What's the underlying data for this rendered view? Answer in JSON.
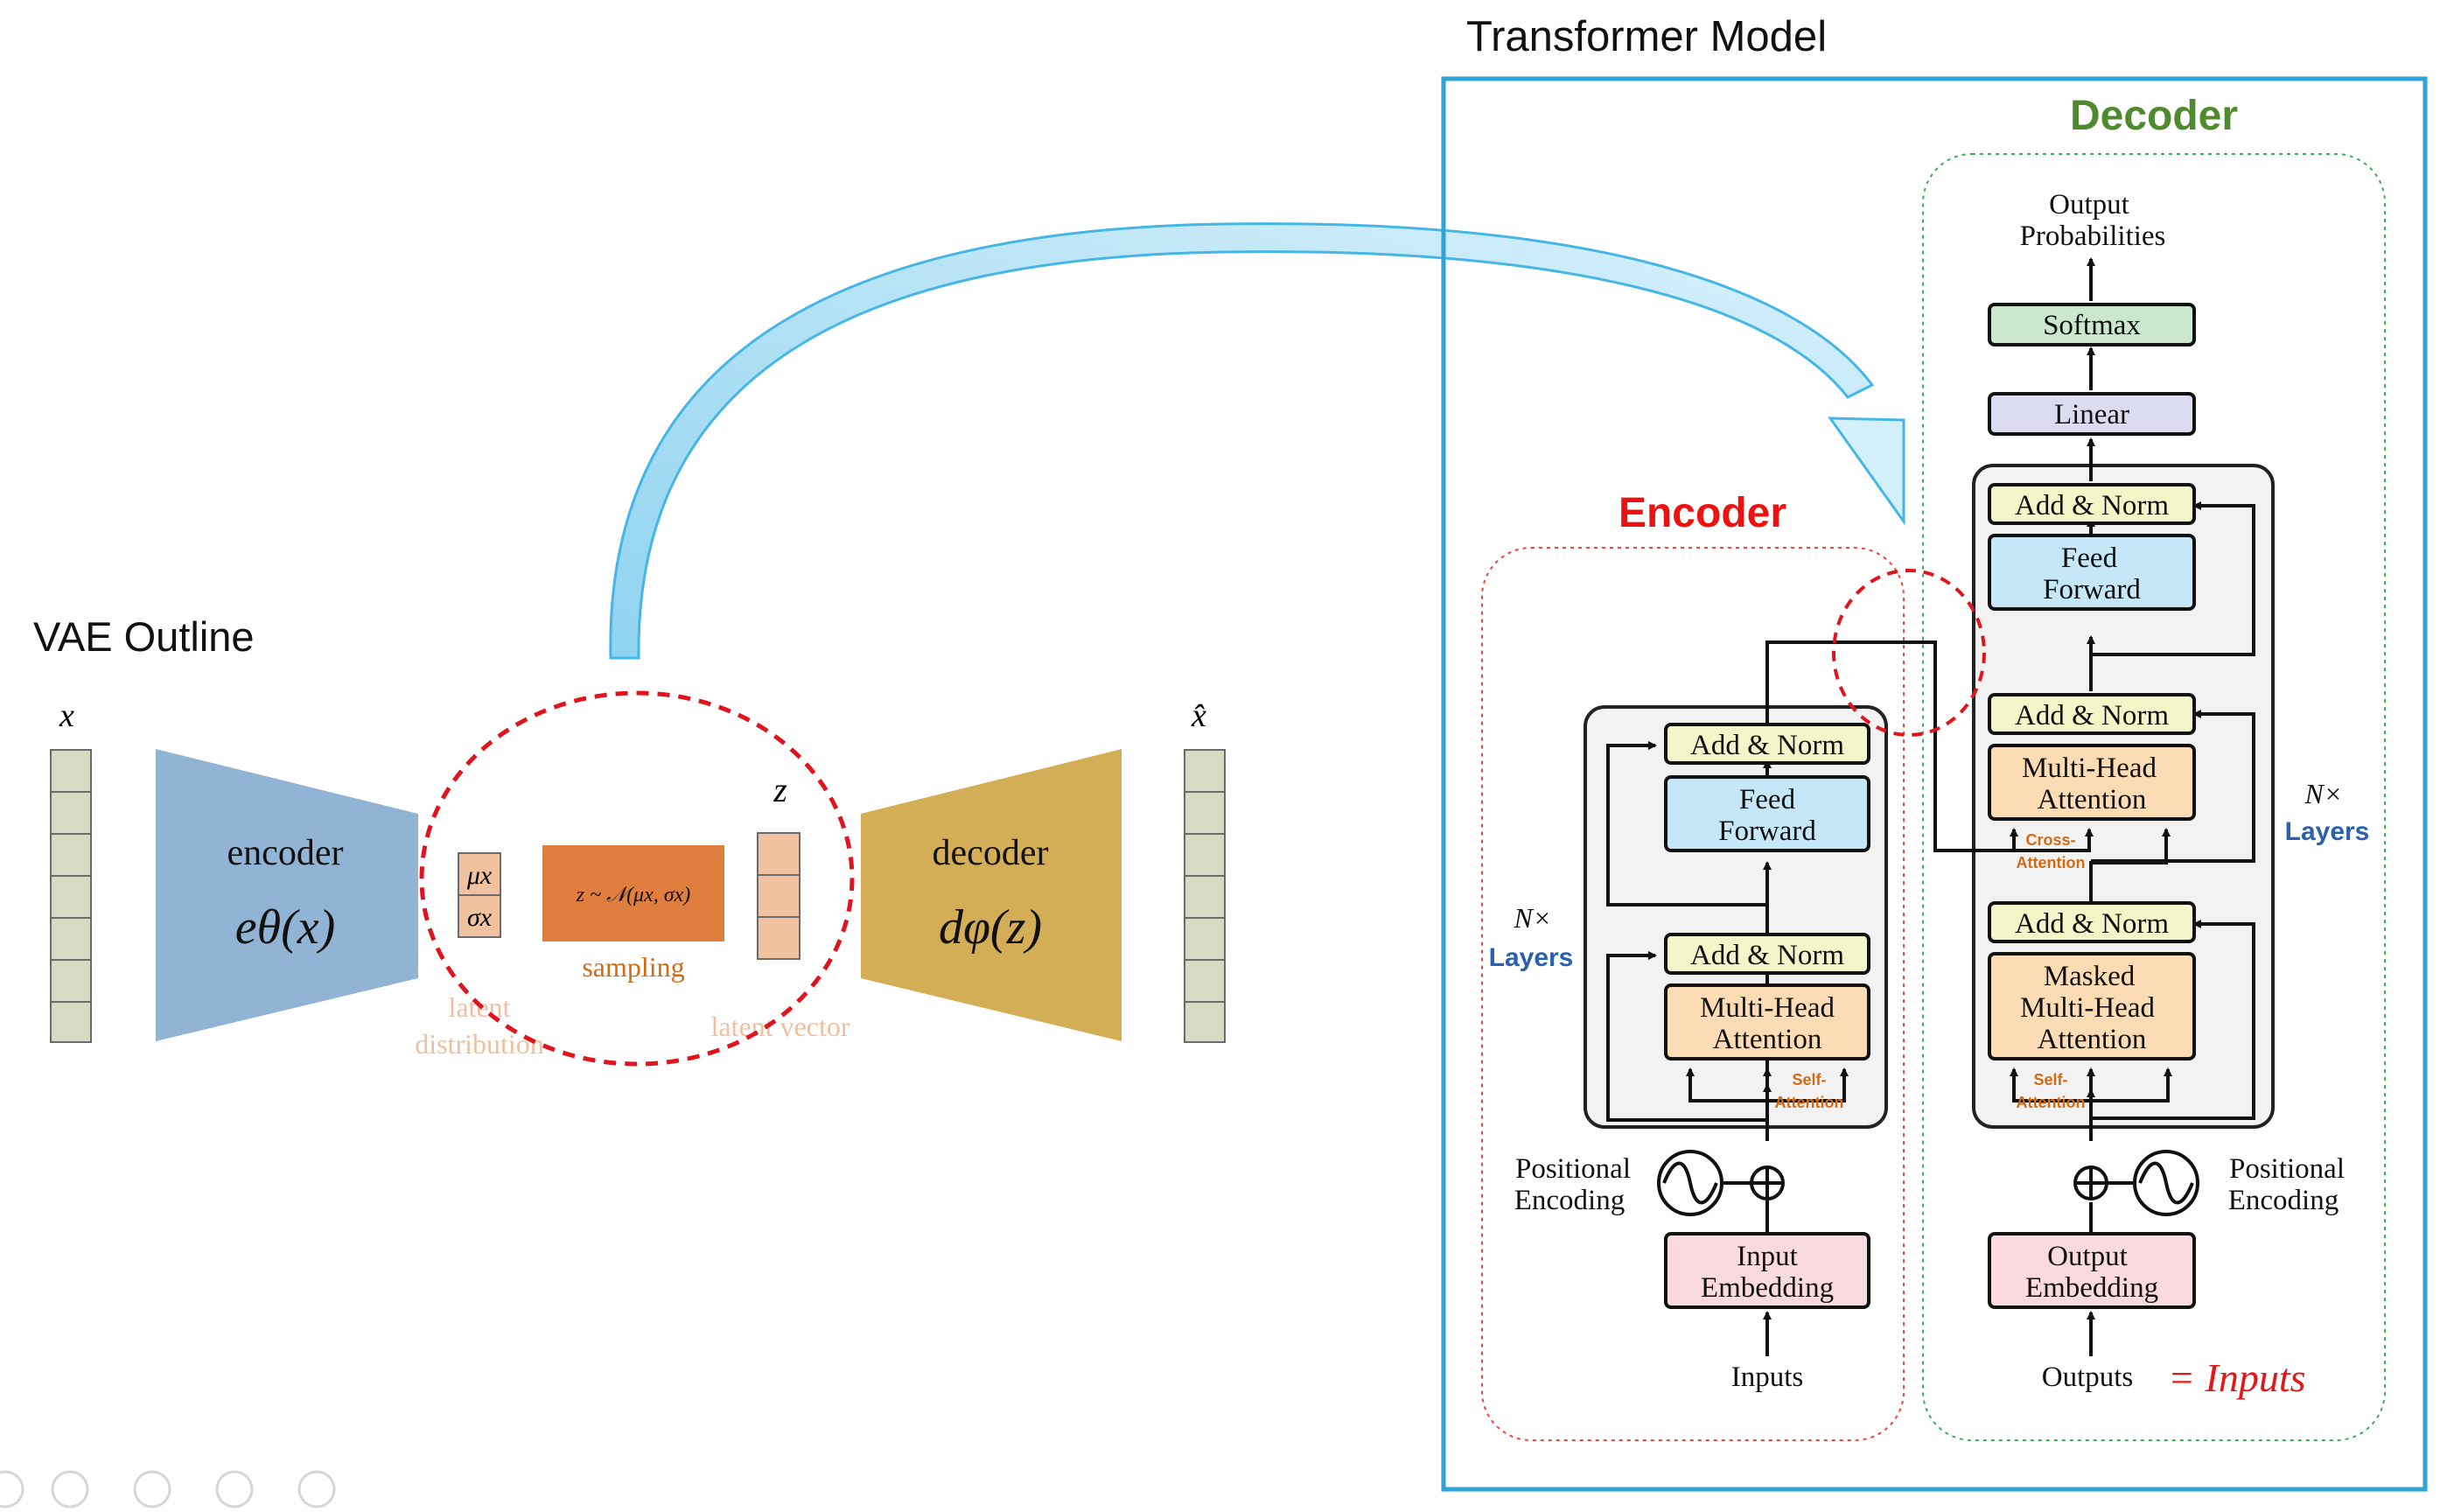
{
  "vae": {
    "title": "VAE Outline",
    "x_label": "x",
    "xhat_label": "x̂",
    "encoder_label": "encoder",
    "encoder_fn": "eθ(x)",
    "decoder_label": "decoder",
    "decoder_fn": "dφ(z)",
    "mu": "μx",
    "sigma": "σx",
    "sampling_formula": "z ~ 𝒩(μx, σx)",
    "sampling_label": "sampling",
    "z_label": "z",
    "latent_distribution": [
      "latent",
      "distribution"
    ],
    "latent_vector": "latent vector"
  },
  "transformer": {
    "title": "Transformer Model",
    "encoder_heading": "Encoder",
    "decoder_heading": "Decoder",
    "output_probabilities": [
      "Output",
      "Probabilities"
    ],
    "softmax": "Softmax",
    "linear": "Linear",
    "add_norm": "Add & Norm",
    "feed_forward": [
      "Feed",
      "Forward"
    ],
    "multi_head_attention": [
      "Multi-Head",
      "Attention"
    ],
    "masked_multi_head_attention": [
      "Masked",
      "Multi-Head",
      "Attention"
    ],
    "cross_attention": [
      "Cross-",
      "Attention"
    ],
    "self_attention": [
      "Self-",
      "Attention"
    ],
    "nx": "N×",
    "layers": "Layers",
    "positional_encoding": [
      "Positional",
      "Encoding"
    ],
    "input_embedding": [
      "Input",
      "Embedding"
    ],
    "output_embedding": [
      "Output",
      "Embedding"
    ],
    "inputs": "Inputs",
    "outputs": "Outputs",
    "equals_inputs": "= Inputs"
  },
  "colors": {
    "encoder_trap": "#92b4d4",
    "decoder_trap": "#d4ad57",
    "sampling_box": "#e07e40",
    "latent_cell": "#f0c2a0",
    "vector_cell": "#d6dcc4",
    "frame": "#2ea3d6",
    "encoder_red": "#ee1111",
    "decoder_green": "#4f8a2e",
    "add_norm": "#f3f6c9",
    "feed_forward": "#c6e7f8",
    "attention": "#fcdcb4",
    "embedding": "#fadadf",
    "linear": "#dcdcf0",
    "softmax": "#cbe8cf"
  }
}
